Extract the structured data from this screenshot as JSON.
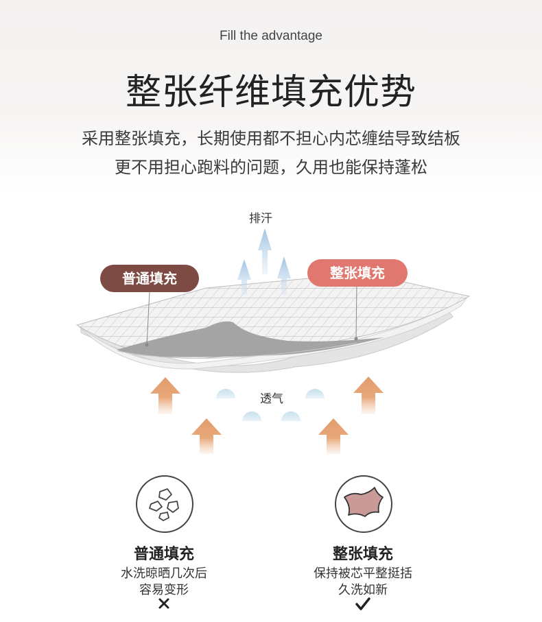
{
  "header": {
    "subtitle_en": "Fill the advantage",
    "title": "整张纤维填充优势",
    "desc_line1": "采用整张填充，长期使用都不担心内芯缠结导致结板",
    "desc_line2": "更不用担心跑料的问题，久用也能保持蓬松"
  },
  "diagram": {
    "sweat_label": "排汗",
    "breath_label": "透气",
    "pill_normal": "普通填充",
    "pill_whole": "整张填充"
  },
  "comparison": {
    "normal": {
      "title": "普通填充",
      "line1": "水洗晾晒几次后",
      "line2": "容易变形",
      "mark": "cross-icon"
    },
    "whole": {
      "title": "整张填充",
      "line1": "保持被芯平整挺括",
      "line2": "久洗如新",
      "mark": "check-icon"
    }
  },
  "colors": {
    "pill_normal": "#7e4a44",
    "pill_whole": "#e0786f",
    "arrow_blue": "#aecbe6",
    "arrow_orange": "#e8a87a",
    "fiber_pink": "#c99a98"
  }
}
